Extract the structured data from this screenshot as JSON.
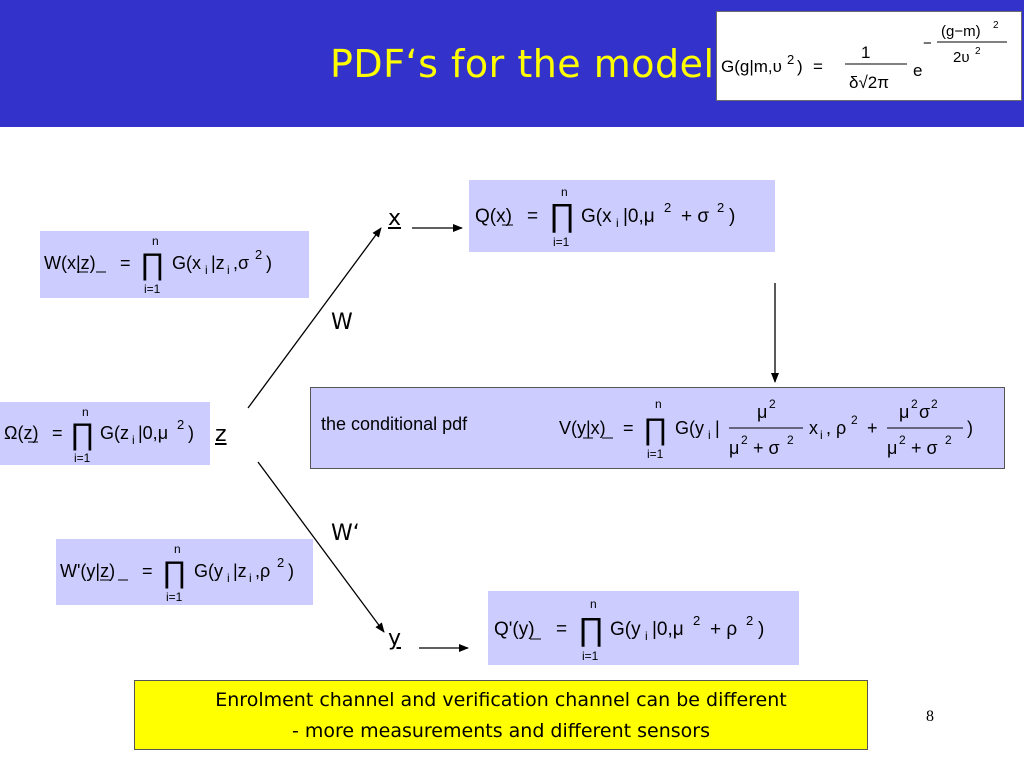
{
  "title": "PDF‘s for the model",
  "slide_number": "8",
  "labels": {
    "x": "x",
    "z": "z",
    "y": "y",
    "W": "W",
    "W_prime": "W‘"
  },
  "formulas": {
    "gaussian": "G(g|m,υ²) = 1/(δ√2π) · e^(−(g−m)²/2υ²)",
    "Q_x": "Q(x) = ∏ᵢ₌₁ⁿ G(xᵢ|0,μ² + σ²)",
    "W_xz": "W(x|z) = ∏ᵢ₌₁ⁿ G(xᵢ|zᵢ,σ²)",
    "Omega_z": "Ω(z) = ∏ᵢ₌₁ⁿ G(zᵢ|0,μ²)",
    "V_yx": "V(y|x) = ∏ᵢ₌₁ⁿ G(yᵢ| μ²/(μ²+σ²) xᵢ, ρ² + μ²σ²/(μ²+σ²))",
    "Wp_yz": "W'(y|z) = ∏ᵢ₌₁ⁿ G(yᵢ|zᵢ,ρ²)",
    "Qp_y": "Q'(y) = ∏ᵢ₌₁ⁿ G(yᵢ|0,μ² + ρ²)"
  },
  "conditional_label": "the conditional pdf",
  "note": {
    "line1": "Enrolment channel and verification channel can be different",
    "line2": "- more measurements and different sensors"
  }
}
